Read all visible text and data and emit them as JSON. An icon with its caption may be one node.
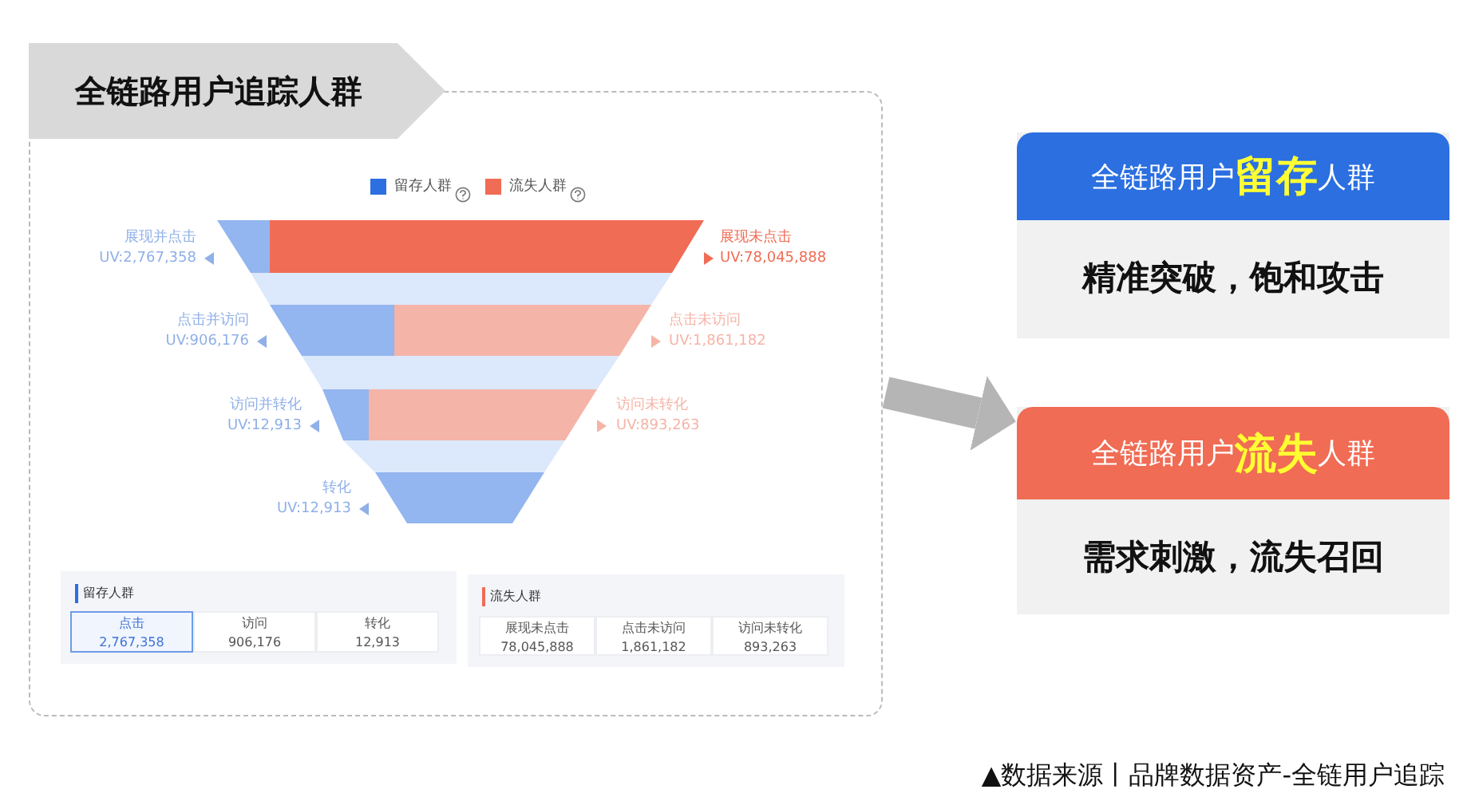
{
  "diagram": {
    "nodes": [
      {
        "text": [
          "全链路用户追踪人群"
        ]
      },
      {
        "text": [
          "全链路用户**留存**人群",
          "精准突破，饱和攻击"
        ]
      },
      {
        "text": [
          "全链路用户**流失**人群",
          "需求刺激，流失召回"
        ]
      }
    ],
    "edges": [
      {
        "from": 0,
        "to": 2,
        "arrow": "to",
        "color": "#b5b5b5"
      }
    ],
    "labels": [
      "展现并点击",
      "UV:2,767,358",
      "展现未点击",
      "UV:78,045,888",
      "点击并访问",
      "UV:906,176",
      "点击未访问",
      "UV:1,861,182",
      "访问并转化",
      "UV:12,913",
      "访问未转化",
      "UV:893,263",
      "转化",
      "UV:12,913",
      "留存人群",
      "点击",
      "2,767,358",
      "访问",
      "906,176",
      "转化",
      "12,913",
      "流失人群",
      "展现未点击",
      "78,045,888",
      "点击未访问",
      "1,861,182",
      "访问未转化",
      "893,263"
    ],
    "legend": [
      {
        "text": "留存人群",
        "color": "#2b6fe0"
      },
      {
        "text": "流失人群",
        "color": "#f06c55"
      }
    ],
    "caption": "▲数据来源丨品牌数据资产-全链用户追踪"
  }
}
